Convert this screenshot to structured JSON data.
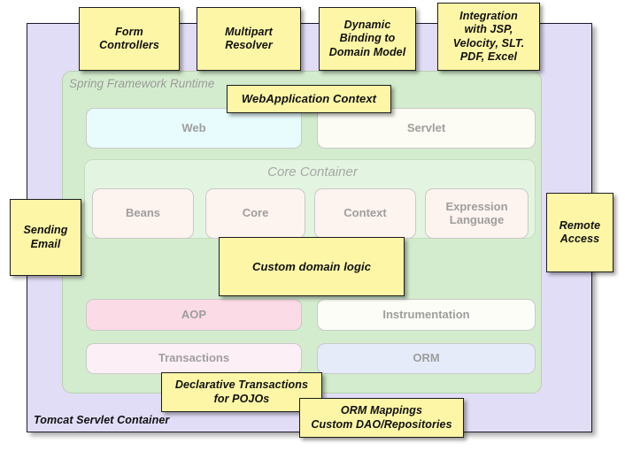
{
  "diagram": {
    "title": "Spring Framework Runtime architecture with application concerns",
    "colors": {
      "outer_container_bg": "#e2ddf6",
      "spring_runtime_bg": "#d4ecce",
      "core_container_bg": "#e3f5e0",
      "callout_bg": "#fdf6a6",
      "callout_border": "#1d1d1d",
      "module_label": "#9e9e9e"
    }
  },
  "outer_container": {
    "label": "Tomcat Servlet Container"
  },
  "spring_runtime": {
    "label": "Spring Framework Runtime"
  },
  "core_container": {
    "label": "Core Container",
    "modules": [
      {
        "label": "Beans",
        "bg": "#fdf3ef"
      },
      {
        "label": "Core",
        "bg": "#fdf3ef"
      },
      {
        "label": "Context",
        "bg": "#fdf3ef"
      },
      {
        "label": "Expression\nLanguage",
        "bg": "#fdf3ef"
      }
    ]
  },
  "web_row": {
    "modules": [
      {
        "label": "Web",
        "bg": "#e8fbfd"
      },
      {
        "label": "Servlet",
        "bg": "#fdfcf4"
      }
    ]
  },
  "aop_row": {
    "modules": [
      {
        "label": "AOP",
        "bg": "#fbdbe6"
      },
      {
        "label": "Instrumentation",
        "bg": "#fbfdf6"
      }
    ]
  },
  "data_row": {
    "modules": [
      {
        "label": "Transactions",
        "bg": "#fdeff6"
      },
      {
        "label": "ORM",
        "bg": "#e6ebfa"
      }
    ]
  },
  "callouts": [
    {
      "id": "form-controllers",
      "text": "Form\nControllers"
    },
    {
      "id": "multipart-resolver",
      "text": "Multipart\nResolver"
    },
    {
      "id": "dynamic-binding",
      "text": "Dynamic\nBinding to\nDomain Model"
    },
    {
      "id": "integration-view",
      "text": "Integration\nwith JSP,\nVelocity, SLT.\nPDF, Excel"
    },
    {
      "id": "webapplication-context",
      "text": "WebApplication Context"
    },
    {
      "id": "sending-email",
      "text": "Sending\nEmail"
    },
    {
      "id": "remote-access",
      "text": "Remote\nAccess"
    },
    {
      "id": "custom-domain-logic",
      "text": "Custom domain logic"
    },
    {
      "id": "declarative-transactions",
      "text": "Declarative Transactions\nfor POJOs"
    },
    {
      "id": "orm-mappings",
      "text": "ORM Mappings\nCustom DAO/Repositories"
    }
  ]
}
